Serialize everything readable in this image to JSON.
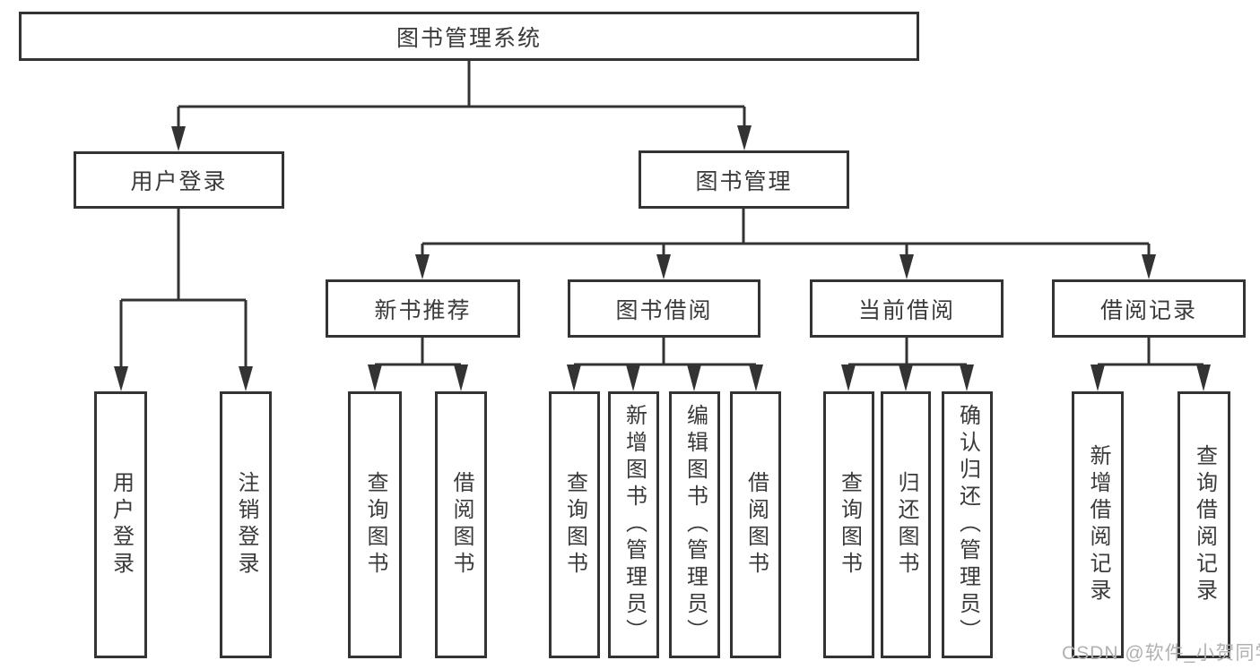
{
  "diagram": {
    "root": {
      "label": "图书管理系统"
    },
    "level2": [
      {
        "label": "用户登录"
      },
      {
        "label": "图书管理"
      }
    ],
    "level3": [
      {
        "label": "新书推荐"
      },
      {
        "label": "图书借阅"
      },
      {
        "label": "当前借阅"
      },
      {
        "label": "借阅记录"
      }
    ],
    "leaves": {
      "user_login": [
        "用户登录",
        "注销登录"
      ],
      "new_book": [
        "查询图书",
        "借阅图书"
      ],
      "book_borrow": [
        "查询图书",
        "新增图书（管理员）",
        "编辑图书（管理员）",
        "借阅图书"
      ],
      "current_borrow": [
        "查询图书",
        "归还图书",
        "确认归还（管理员）"
      ],
      "borrow_records": [
        "新增借阅记录",
        "查询借阅记录"
      ]
    }
  },
  "watermark": {
    "text": "CSDN @软件_小贺同学"
  },
  "colors": {
    "line": "#333333",
    "text": "#3a3a3a",
    "watermark": "#b1b1b1",
    "background": "#ffffff"
  }
}
